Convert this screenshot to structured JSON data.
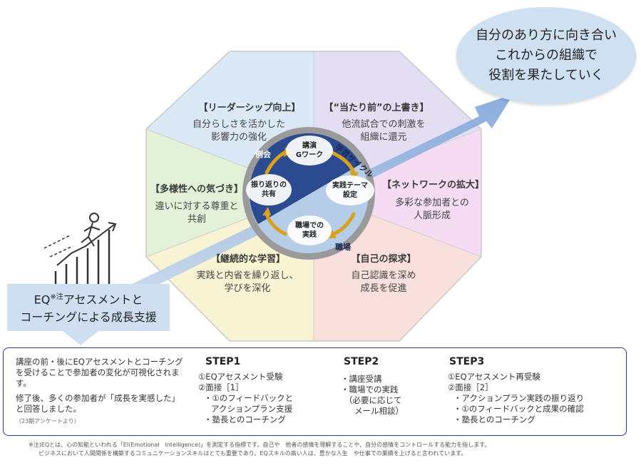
{
  "goal": {
    "lines": [
      "自分のあり方に向き合い",
      "これからの組織で",
      "役割を果たしていく"
    ]
  },
  "eq_box": {
    "line1_pre": "EQ",
    "line1_sup": "※注",
    "line1_post": "アセスメントと",
    "line2": "コーチングによる成長支援"
  },
  "segments": [
    {
      "id": "leadership",
      "title": "【リーダーシップ向上】",
      "body": [
        "自分らしさを活かした",
        "影響力の強化"
      ]
    },
    {
      "id": "atarimae",
      "title": "【“当たり前”の上書き】",
      "body": [
        "他流試合での刺激を",
        "組織に還元"
      ]
    },
    {
      "id": "network",
      "title": "【ネットワークの拡大】",
      "body": [
        "多彩な参加者との",
        "人脈形成"
      ]
    },
    {
      "id": "self",
      "title": "【自己の探求】",
      "body": [
        "自己認識を深め",
        "成長を促進"
      ]
    },
    {
      "id": "learning",
      "title": "【継続的な学習】",
      "body": [
        "実践と内省を繰り返し、",
        "学びを深化"
      ]
    },
    {
      "id": "diversity",
      "title": "【多様性への気づき】",
      "body": [
        "違いに対する尊重と",
        "共創"
      ]
    }
  ],
  "cycle": {
    "label_reikai": "例会",
    "label_gakushu": "学習サイクル",
    "label_shokuba": "職場",
    "nodes": [
      {
        "id": "lecture",
        "lines": [
          "講演",
          "Gワーク"
        ]
      },
      {
        "id": "theme",
        "lines": [
          "実践テーマ",
          "設定"
        ]
      },
      {
        "id": "practice",
        "lines": [
          "職場での",
          "実践"
        ]
      },
      {
        "id": "share",
        "lines": [
          "振り返りの",
          "共有"
        ]
      }
    ]
  },
  "left_note": {
    "p1": "講座の前・後にEQアセスメントとコーチングを受けることで参加者の変化が可視化されます。",
    "p2": "修了後、多くの参加者が「成長を実感した」と回答しました。",
    "p3": "（23期アンケートより）"
  },
  "steps": [
    {
      "title": "STEP1",
      "lines": [
        "①EQアセスメント受験",
        "②面接［1］",
        "・①のフィードバックと",
        "アクションプラン支援",
        "・塾長とのコーチング"
      ]
    },
    {
      "title": "STEP2",
      "lines": [
        "・講座受講",
        "・職場での実践",
        "（必要に応じて",
        "メール相談）"
      ]
    },
    {
      "title": "STEP3",
      "lines": [
        "①EQアセスメント再受験",
        "②面接［2］",
        "・アクションプラン実践の振り返り",
        "・①のフィードバックと成果の確認",
        "・塾長とのコーチング"
      ]
    }
  ],
  "footnote": {
    "line1": "※注)EQとは、心の知能といわれる「EI(Emotional　Intelligence)」を測定する指標です。自己や　他者の感情を理解することや、自分の感情をコントロールする能力を指します。",
    "line2": "ビジネスにおいて人間関係を構築するコミュニケーションスキルはとても重要であり、EQスキルの高い人は、豊かな人生　や仕事での業績を上げると言われています。"
  },
  "colors": {
    "seg_leadership": "#dbe8f6",
    "seg_atarimae": "#e4def3",
    "seg_network": "#f5dcf2",
    "seg_self": "#f9e0dc",
    "seg_learning": "#f8f3d3",
    "seg_diversity": "#e3f1d8",
    "arrow": "#8fb0db",
    "cycle_dark": "#2b4a8f",
    "cycle_light": "#b6cde8",
    "cycle_arrow": "#d9a21a",
    "step1": "#f6c9a0",
    "step2": "#f7d5b6",
    "step3": "#f6c59b",
    "panel_border": "#2b3a8c"
  }
}
